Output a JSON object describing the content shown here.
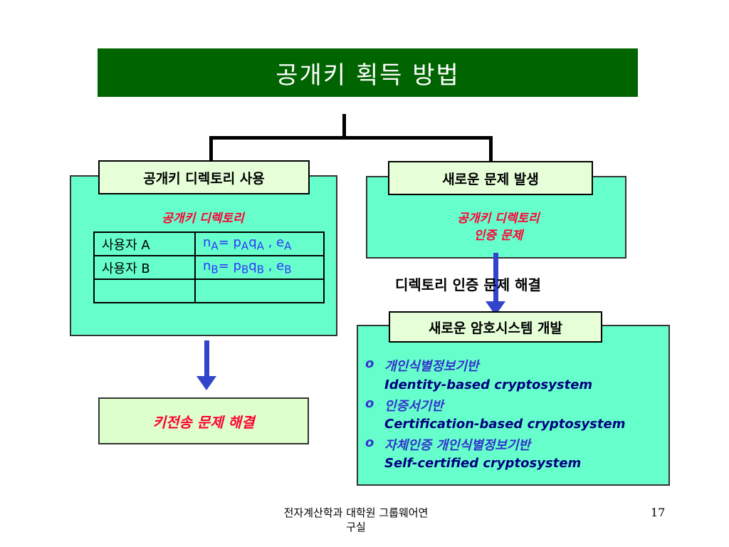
{
  "slide": {
    "title": "공개키 획득 방법",
    "left": {
      "label": "공개키 디렉토리 사용",
      "subtitle": "공개키 디렉토리",
      "table": [
        {
          "user": "사용자 A",
          "key": "nA= pAqA , eA"
        },
        {
          "user": "사용자 B",
          "key": "nB= pBqB , eB"
        },
        {
          "user": "",
          "key": ""
        }
      ],
      "result": "키전송 문제 해결"
    },
    "right": {
      "label": "새로운 문제 발생",
      "problem_line1": "공개키 디렉토리",
      "problem_line2": "인증 문제",
      "resolution": "디렉토리 인증 문제 해결",
      "new_label": "새로운 암호시스템 개발",
      "items": [
        {
          "bullet": "o",
          "korean": "개인식별정보기반",
          "english": "Identity-based cryptosystem"
        },
        {
          "bullet": "o",
          "korean": "인증서기반",
          "english": "Certification-based cryptosystem"
        },
        {
          "bullet": "o",
          "korean": "자체인증 개인식별정보기반",
          "english": "Self-certified cryptosystem"
        }
      ]
    },
    "footer": {
      "line1": "전자계산학과 대학원 그룹웨어연",
      "line2": "구실",
      "page_number": "17"
    }
  },
  "colors": {
    "title_bg": "#006400",
    "panel_bg": "#66ffcc",
    "label_bg": "#e6ffd9",
    "accent_red": "#ff0033",
    "arrow_blue": "#3344cc"
  }
}
